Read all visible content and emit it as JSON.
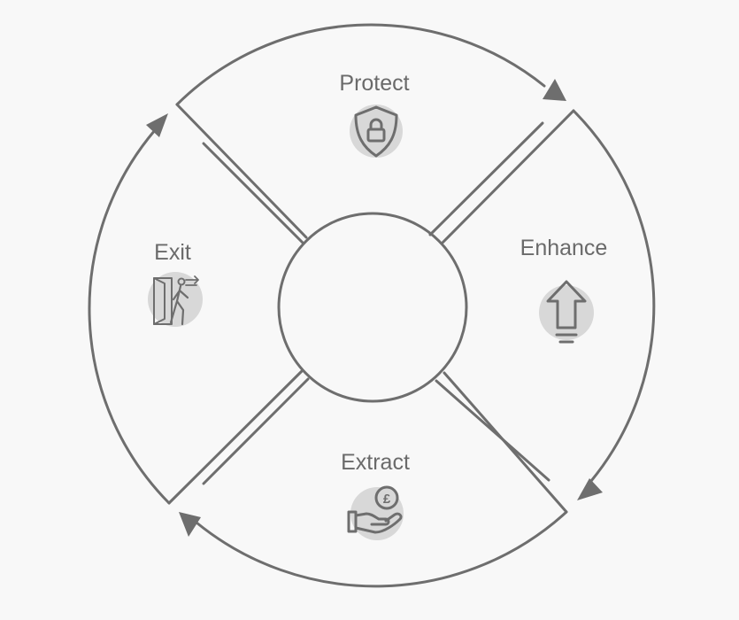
{
  "segments": {
    "protect": {
      "label": "Protect",
      "icon": "shield-lock-icon"
    },
    "enhance": {
      "label": "Enhance",
      "icon": "arrow-bulb-icon"
    },
    "extract": {
      "label": "Extract",
      "icon": "hand-coin-pound-icon"
    },
    "exit": {
      "label": "Exit",
      "icon": "person-exit-door-icon"
    }
  },
  "coin_symbol": "£",
  "colors": {
    "line": "#6e6e6e",
    "icon_bg": "#d8d8d8",
    "background": "#f8f8f8",
    "text": "#6a6a6a"
  }
}
